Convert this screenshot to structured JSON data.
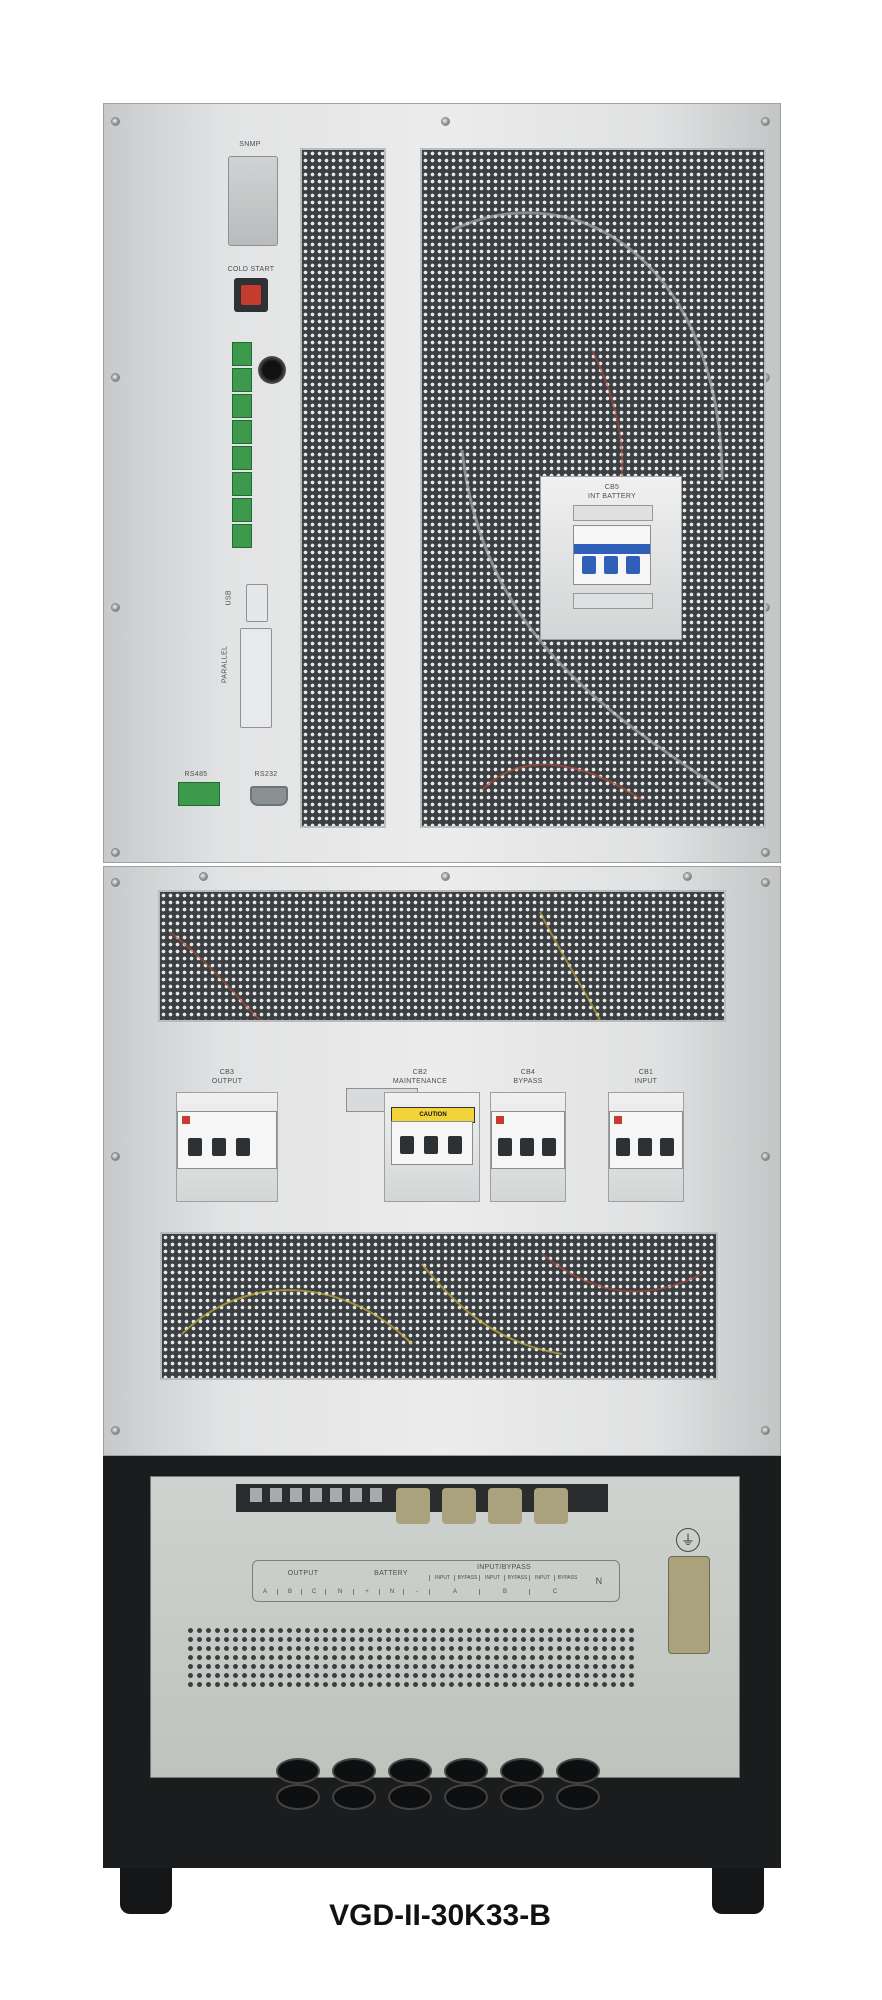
{
  "upper_panel": {
    "snmp": "SNMP",
    "cold_start": "COLD START",
    "usb": "USB",
    "parallel": "PARALLEL",
    "rs485": "RS485",
    "rs232": "RS232"
  },
  "battery_breaker": {
    "name": "CB5",
    "function": "INT BATTERY"
  },
  "breakers": [
    {
      "name": "CB3",
      "function": "OUTPUT"
    },
    {
      "name": "CB2",
      "function": "MAINTENANCE",
      "caution": "CAUTION"
    },
    {
      "name": "CB4",
      "function": "BYPASS"
    },
    {
      "name": "CB1",
      "function": "INPUT"
    }
  ],
  "terminal_table": {
    "output": "OUTPUT",
    "battery": "BATTERY",
    "input_bypass": "INPUT/BYPASS",
    "neutral": "N",
    "phase_sub": [
      "A",
      "B",
      "C",
      "N",
      "+",
      "N",
      "-",
      "A",
      "B",
      "C"
    ],
    "input_labels": [
      "INPUT",
      "BYPASS",
      "INPUT",
      "BYPASS",
      "INPUT",
      "BYPASS"
    ]
  },
  "ground_symbol": "⏚",
  "caption": "VGD-II-30K33-B",
  "colors": {
    "cabinet_silver": "#e3e4e5",
    "mesh_dark": "#3c3f41",
    "base_black": "#1b1c1d",
    "terminal_green": "#3d9a4c",
    "breaker_blue": "#2f5fb8",
    "cold_start_red": "#c63b2f"
  }
}
